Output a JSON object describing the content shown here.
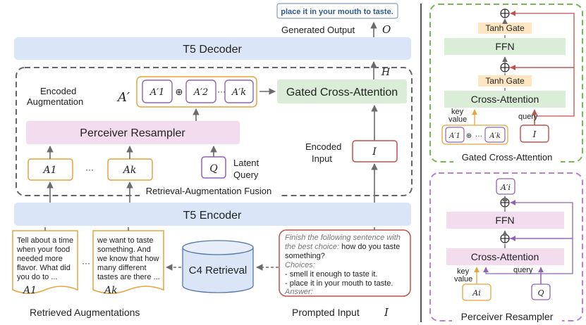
{
  "generated_output": {
    "text": "place it in your mouth to taste.",
    "label": "Generated Output",
    "symbol": "O"
  },
  "t5_decoder": "T5 Decoder",
  "t5_encoder": "T5 Encoder",
  "hidden_symbol": "H",
  "encoded_augmentation": {
    "label_line1": "Encoded",
    "label_line2": "Augmentation",
    "symbol": "A′",
    "items": [
      "A′1",
      "A′2",
      "A′k"
    ],
    "concat_symbol": "⊕",
    "ellipsis": "···"
  },
  "gated_cross_attention": "Gated Cross-Attention",
  "perceiver_resampler": "Perceiver Resampler",
  "aug_inputs": [
    "A1",
    "Ak"
  ],
  "aug_ellipsis": "···",
  "latent_query": {
    "symbol": "Q",
    "label_line1": "Latent",
    "label_line2": "Query"
  },
  "encoded_input": {
    "label_line1": "Encoded",
    "label_line2": "Input",
    "symbol": "I"
  },
  "fusion_label": "Retrieval-Augmentation Fusion",
  "retrieved_docs": {
    "doc1": [
      "Tell about a time",
      "when your food",
      "needed more",
      "flavor. What did",
      "you do to ..."
    ],
    "doc1_symbol": "A1",
    "doc_ellipsis": "···",
    "doc2": [
      "we want to taste",
      "something. And",
      "we know that how",
      "many different",
      "tastes are there ..."
    ],
    "doc2_symbol": "Ak",
    "label": "Retrieved Augmentations"
  },
  "c4_retrieval": "C4 Retrieval",
  "prompted_input": {
    "line1": "Finish the following sentence with",
    "line2_italic": "the best choice:",
    "line2_plain": " how do you taste",
    "line3": "something?",
    "choices_label": "Choices:",
    "choice1": "- smell it enough to taste it.",
    "choice2": "- place it in your mouth to taste.",
    "answer_label": "Answer:",
    "label": "Prompted Input",
    "symbol": "I"
  },
  "gca_panel": {
    "tanh_gate_top": "Tanh Gate",
    "ffn": "FFN",
    "tanh_gate_mid": "Tanh Gate",
    "cross_attention": "Cross-Attention",
    "key_line1": "key",
    "key_line2": "value",
    "query": "query",
    "aug_items": [
      "A′1",
      "A′k"
    ],
    "concat_symbol": "⊕",
    "ellipsis": "···",
    "input_symbol": "I",
    "title": "Gated Cross-Attention"
  },
  "pr_panel": {
    "output_symbol": "A′i",
    "ffn": "FFN",
    "cross_attention": "Cross-Attention",
    "key_line1": "key",
    "key_line2": "value",
    "query": "query",
    "input_symbol": "Ai",
    "query_symbol": "Q",
    "title": "Perceiver Resampler"
  },
  "colors": {
    "blue_band": "#dae6f7",
    "purple_band": "#f4dcef",
    "green_box": "#d9edd7",
    "yellow_gate": "#fde6c1",
    "orange_border": "#e8a33b",
    "purple_border": "#8e63b8",
    "red_border": "#c0504d",
    "green_dash": "#7bb555",
    "purple_dash": "#b784d4",
    "grey_dash": "#666666",
    "output_text": "#2f5b94"
  }
}
